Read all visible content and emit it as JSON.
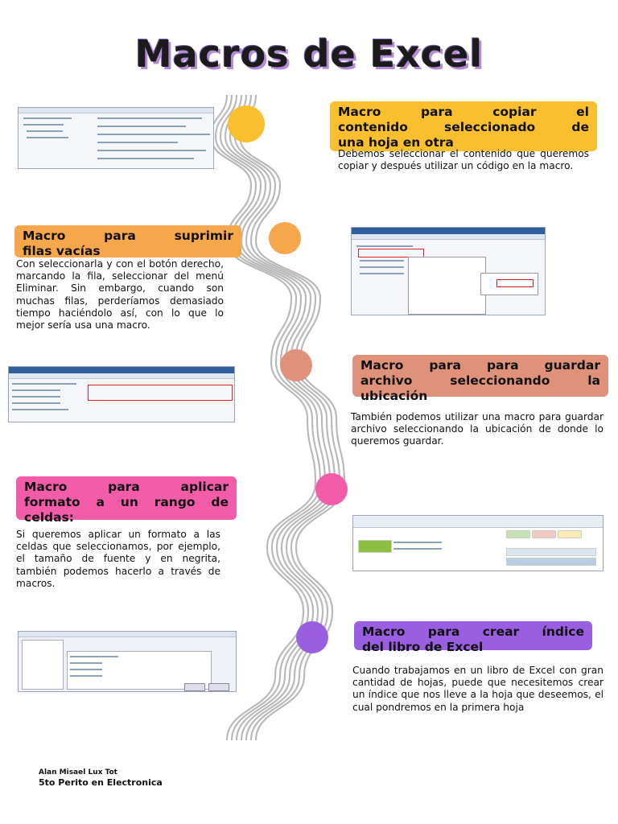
{
  "title": "Macros de Excel",
  "sections": [
    {
      "heading": "Macro para copiar el contenido seleccionado de una hoja en otra",
      "heading_lines": [
        "Macro para copiar el",
        "contenido seleccionado de",
        "una hoja en otra"
      ],
      "body": "Debemos seleccionar el contenido que queremos copiar y después utilizar un código en la macro.",
      "color": "#f9bf2e"
    },
    {
      "heading": "Macro para suprimir filas vacías",
      "heading_lines": [
        "Macro para suprimir",
        "filas vacías"
      ],
      "body": "Con seleccionarla y con el botón derecho, marcando la fila, seleccionar del menú Eliminar. Sin embargo, cuando son muchas filas, perderíamos demasiado tiempo haciéndolo así, con lo que lo mejor sería usa una macro.",
      "color": "#f7a74b"
    },
    {
      "heading": "Macro para para guardar archivo seleccionando la ubicación",
      "heading_lines": [
        "Macro para para guardar",
        "archivo seleccionando la",
        "ubicación"
      ],
      "body": "También podemos utilizar una macro para guardar archivo seleccionando la ubicación de donde lo queremos guardar.",
      "color": "#e0917a"
    },
    {
      "heading": "Macro para aplicar formato a un rango de celdas:",
      "heading_lines": [
        "Macro para aplicar",
        "formato a un rango de",
        "celdas:"
      ],
      "body": "Si queremos aplicar un formato a las celdas que seleccionamos, por ejemplo, el tamaño de fuente y en negrita, también podemos hacerlo a través de macros.",
      "color": "#f25ca9"
    },
    {
      "heading": "Macro para crear índice del libro de Excel",
      "heading_lines": [
        "Macro para crear índice",
        "del libro de Excel"
      ],
      "body": "Cuando trabajamos en un libro de Excel con gran cantidad de hojas, puede que necesitemos crear un índice que nos lleve a la hoja que deseemos, el cual pondremos en la primera hoja",
      "color": "#9a5fe0"
    }
  ],
  "footer": {
    "author": "Alan Misael Lux Tot",
    "grade": "5to Perito en Electronica"
  }
}
